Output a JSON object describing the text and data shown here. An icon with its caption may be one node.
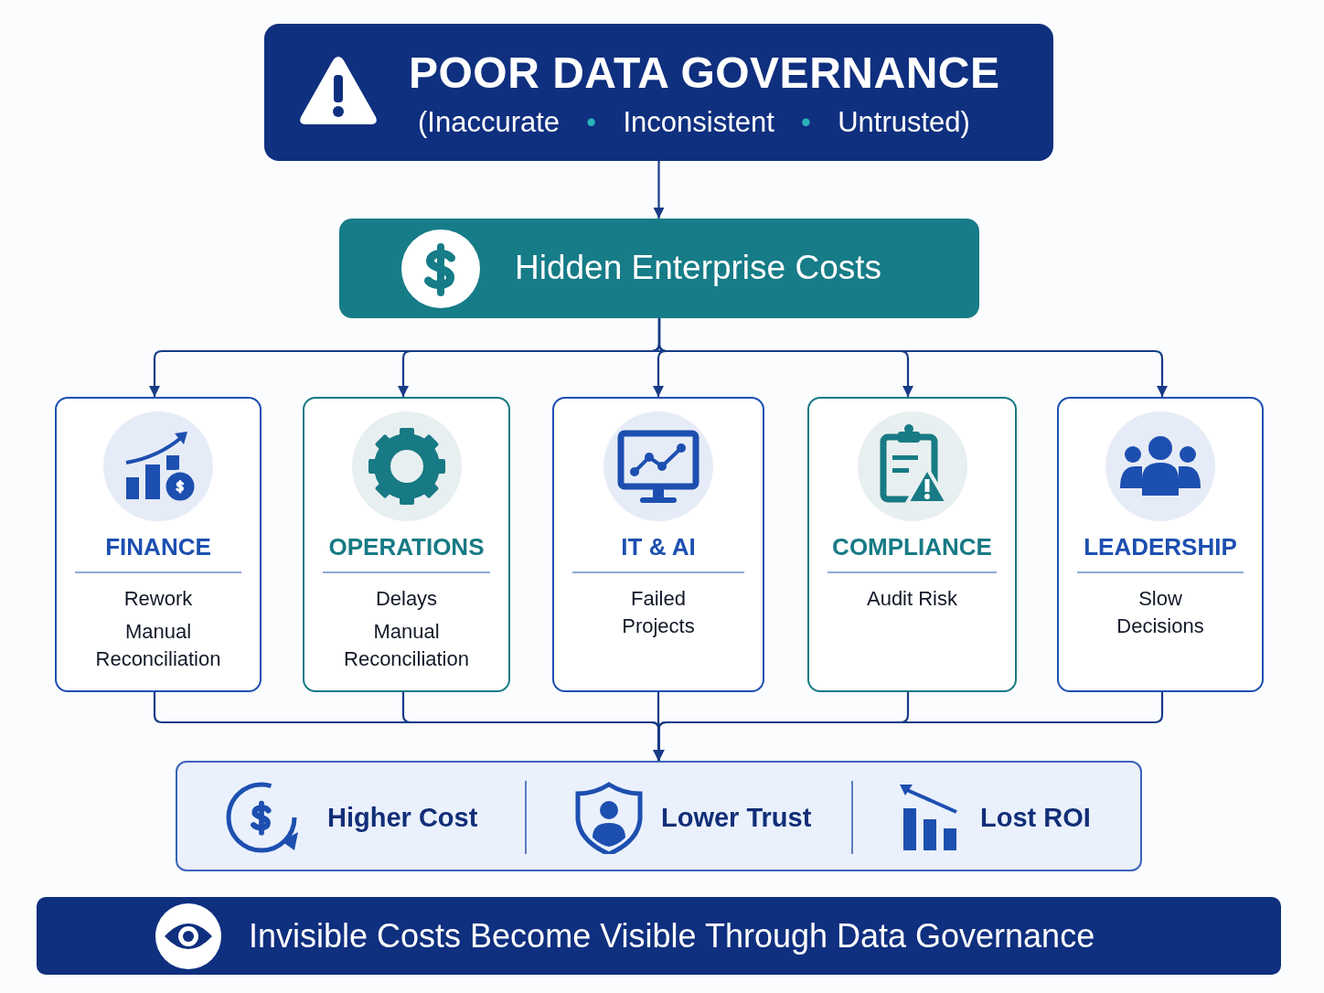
{
  "diagram": {
    "nodes": [
      {
        "text": [
          "POOR DATA GOVERNANCE",
          "(Inaccurate • Inconsistent • Untrusted)"
        ]
      },
      {
        "text": [
          "Hidden Enterprise Costs"
        ]
      },
      {
        "text": [
          "FINANCE",
          "Rework",
          "Manual Reconciliation"
        ]
      },
      {
        "text": [
          "OPERATIONS",
          "Delays",
          "Manual Reconciliation"
        ]
      },
      {
        "text": [
          "IT & AI",
          "Failed Projects"
        ]
      },
      {
        "text": [
          "COMPLIANCE",
          "Audit Risk"
        ]
      },
      {
        "text": [
          "LEADERSHIP",
          "Slow Decisions"
        ]
      },
      {
        "text": [
          "Higher Cost",
          "Lower Trust",
          "Lost ROI"
        ]
      },
      {
        "text": [
          "Invisible Costs Become Visible Through Data Governance"
        ]
      }
    ],
    "edges": [
      {
        "from": 0,
        "to": 1,
        "arrow": "to"
      },
      {
        "from": 1,
        "to": 2,
        "arrow": "to"
      },
      {
        "from": 1,
        "to": 3,
        "arrow": "to"
      },
      {
        "from": 1,
        "to": 4,
        "arrow": "to"
      },
      {
        "from": 1,
        "to": 5,
        "arrow": "to"
      },
      {
        "from": 1,
        "to": 6,
        "arrow": "to"
      },
      {
        "from": 2,
        "to": 7,
        "arrow": "to"
      },
      {
        "from": 3,
        "to": 7,
        "arrow": "to"
      },
      {
        "from": 4,
        "to": 7,
        "arrow": "to"
      },
      {
        "from": 5,
        "to": 7,
        "arrow": "to"
      },
      {
        "from": 6,
        "to": 7,
        "arrow": "to"
      }
    ]
  }
}
